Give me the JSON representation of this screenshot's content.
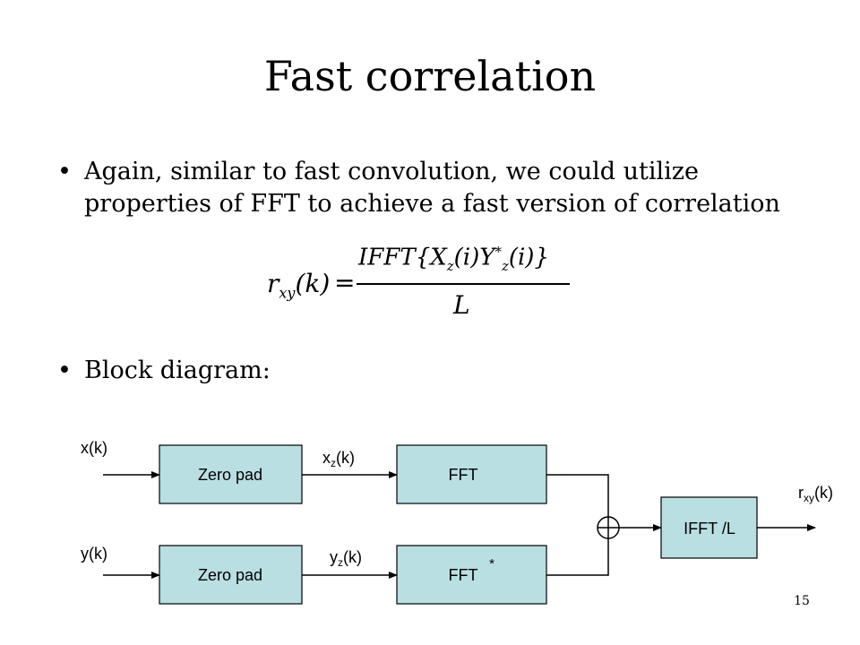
{
  "slide": {
    "title": "Fast correlation",
    "page_number": "15"
  },
  "bullets": [
    {
      "text": "Again, similar to fast convolution, we could utilize properties of FFT to achieve a fast version of correlation"
    },
    {
      "text": "Block diagram:"
    }
  ],
  "formula": {
    "lhs_symbol": "r",
    "lhs_subscript": "xy",
    "lhs_argument": "(k)",
    "equals": "=",
    "numerator_prefix": "IFFT{X",
    "numerator_sub1": "z",
    "numerator_mid": "(i)Y",
    "numerator_sup": "*",
    "numerator_sub2": "z",
    "numerator_suffix": "(i)}",
    "denominator": "L"
  },
  "diagram": {
    "inputs": [
      {
        "label": "x(k)"
      },
      {
        "label": "y(k)"
      }
    ],
    "blocks": [
      {
        "label": "Zero pad"
      },
      {
        "label": "Zero pad"
      },
      {
        "label": "FFT"
      },
      {
        "label": "FFT"
      },
      {
        "label": "IFFT /L"
      }
    ],
    "conjugate_marker": "*",
    "intermediate_signals": [
      {
        "base": "x",
        "sub": "z",
        "arg": "(k)"
      },
      {
        "base": "y",
        "sub": "z",
        "arg": "(k)"
      }
    ],
    "output": {
      "base": "r",
      "sub": "xy",
      "arg": "(k)"
    },
    "colors": {
      "block_fill": "#b9dfe2",
      "block_stroke": "#000000",
      "line": "#000000"
    }
  }
}
